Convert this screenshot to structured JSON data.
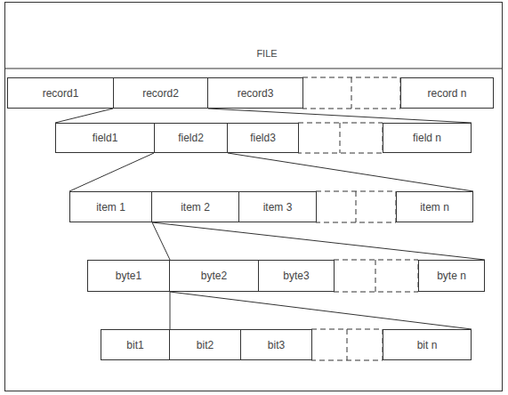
{
  "diagram": {
    "nodes": [
      {
        "text": [
          "FILE"
        ]
      },
      {
        "text": [
          "record1"
        ],
        "in": 0
      },
      {
        "text": [
          "record2"
        ],
        "in": 0
      },
      {
        "text": [
          "record3"
        ],
        "in": 0
      },
      {
        "text": [
          "record n"
        ],
        "in": 0
      },
      {
        "text": [
          "field1"
        ],
        "in": 0
      },
      {
        "text": [
          "field2"
        ],
        "in": 0
      },
      {
        "text": [
          "field3"
        ],
        "in": 0
      },
      {
        "text": [
          "field n"
        ],
        "in": 0
      },
      {
        "text": [
          "item 1"
        ],
        "in": 0
      },
      {
        "text": [
          "item 2"
        ],
        "in": 0
      },
      {
        "text": [
          "item 3"
        ],
        "in": 0
      },
      {
        "text": [
          "item n"
        ],
        "in": 0
      },
      {
        "text": [
          "byte1"
        ],
        "in": 0
      },
      {
        "text": [
          "byte2"
        ],
        "in": 0
      },
      {
        "text": [
          "byte3"
        ],
        "in": 0
      },
      {
        "text": [
          "byte n"
        ],
        "in": 0
      },
      {
        "text": [
          "bit1"
        ],
        "in": 0
      },
      {
        "text": [
          "bit2"
        ],
        "in": 0
      },
      {
        "text": [
          "bit3"
        ],
        "in": 0
      },
      {
        "text": [
          "bit n"
        ],
        "in": 0
      }
    ],
    "edges": [
      {
        "from": 2,
        "to": 5,
        "arrow": "none"
      },
      {
        "from": 2,
        "to": 8,
        "arrow": "none"
      },
      {
        "from": 6,
        "to": 9,
        "arrow": "none"
      },
      {
        "from": 6,
        "to": 12,
        "arrow": "none"
      },
      {
        "from": 9,
        "to": 13,
        "arrow": "none"
      },
      {
        "from": 9,
        "to": 16,
        "arrow": "none"
      },
      {
        "from": 13,
        "to": 17,
        "arrow": "none"
      },
      {
        "from": 13,
        "to": 20,
        "arrow": "none"
      }
    ]
  }
}
